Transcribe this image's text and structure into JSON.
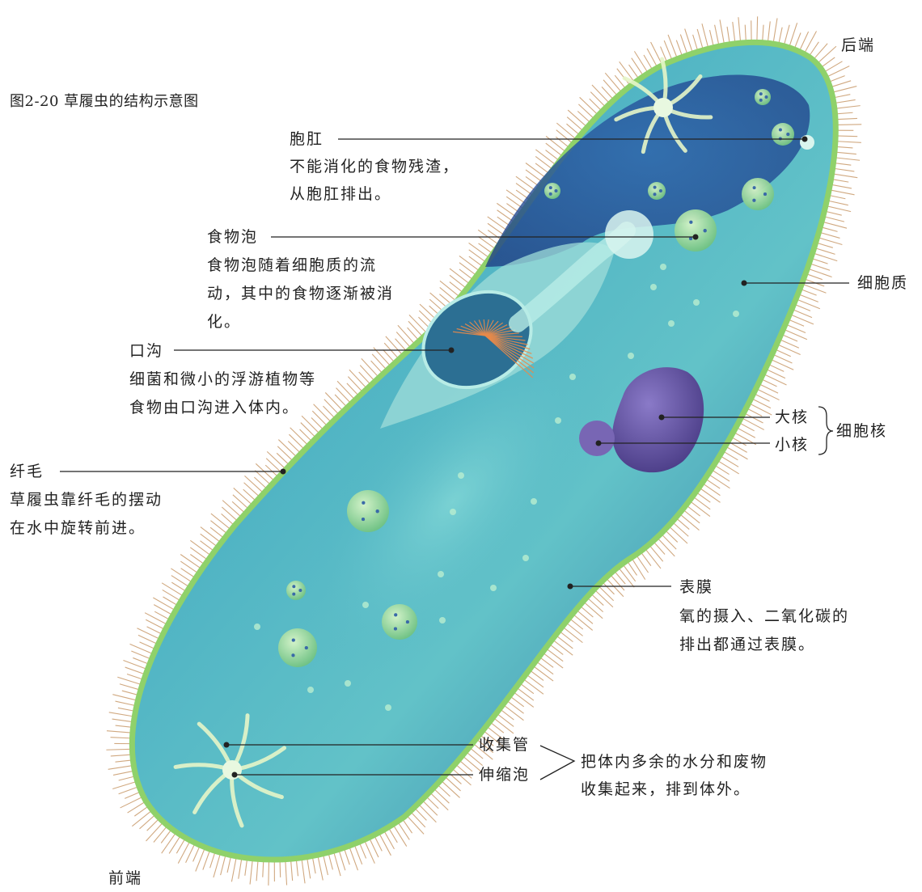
{
  "figure_title": "图2-20 草履虫的结构示意图",
  "ends": {
    "posterior": "后端",
    "anterior": "前端"
  },
  "colors": {
    "body_fill": "#3d9bb3",
    "body_light": "#7fd3d6",
    "membrane": "#8fd16a",
    "cilia": "#c89a6a",
    "nucleus": "#6b5aa8",
    "food_vacuole": "#9fd8a8",
    "leader_line": "#222222"
  },
  "labels": {
    "anal_pore": {
      "name": "胞肛",
      "desc": [
        "不能消化的食物残渣，",
        "从胞肛排出。"
      ]
    },
    "food_vacuole": {
      "name": "食物泡",
      "desc": [
        "食物泡随着细胞质的流",
        "动，其中的食物逐渐被消",
        "化。"
      ]
    },
    "oral_groove": {
      "name": "口沟",
      "desc": [
        "细菌和微小的浮游植物等",
        "食物由口沟进入体内。"
      ]
    },
    "cilia": {
      "name": "纤毛",
      "desc": [
        "草履虫靠纤毛的摆动",
        "在水中旋转前进。"
      ]
    },
    "cytoplasm": {
      "name": "细胞质"
    },
    "macronucleus": {
      "name": "大核"
    },
    "micronucleus": {
      "name": "小核"
    },
    "nucleus": {
      "name": "细胞核"
    },
    "membrane": {
      "name": "表膜",
      "desc": [
        "氧的摄入、二氧化碳的",
        "排出都通过表膜。"
      ]
    },
    "collecting_canal": {
      "name": "收集管"
    },
    "contractile_vacuole": {
      "name": "伸缩泡"
    },
    "excretion": {
      "desc": [
        "把体内多余的水分和废物",
        "收集起来，排到体外。"
      ]
    }
  }
}
